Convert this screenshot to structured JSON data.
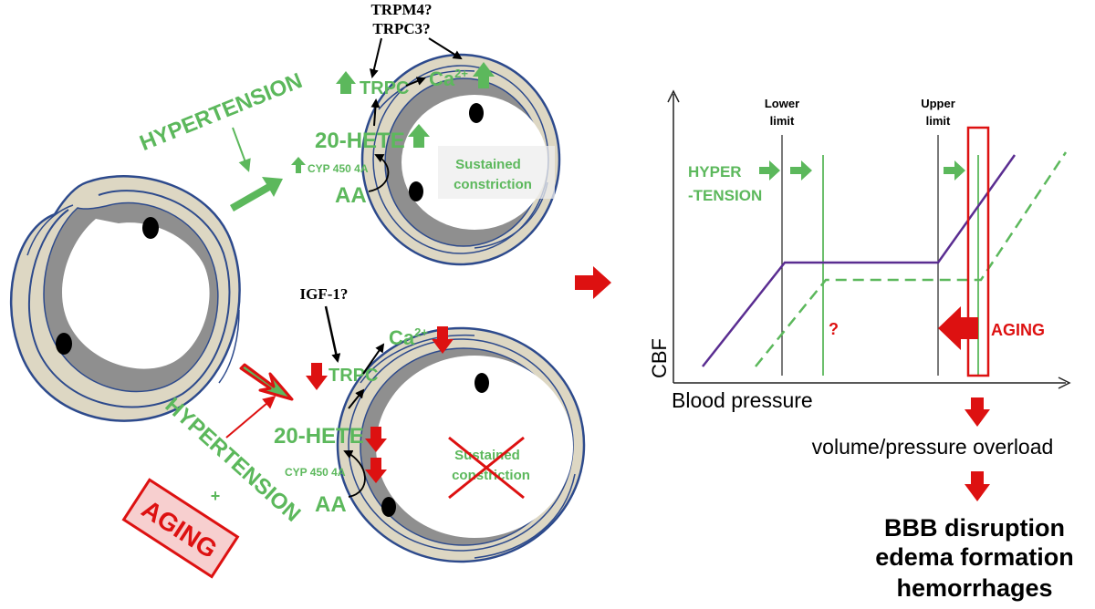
{
  "colors": {
    "green": "#5cb85c",
    "red": "#dd1111",
    "purple": "#5a2d91",
    "vessel_fill": "#ddd7c3",
    "vessel_stroke": "#2d4a8c",
    "lumen_gray": "#8a8a8a"
  },
  "top_panel": {
    "hypertension": "HYPERTENSION",
    "channels": "TRPM4?\nTRPC3?",
    "channels_line1": "TRPM4?",
    "channels_line2": "TRPC3?",
    "trpc": "TRPC",
    "ca": "Ca",
    "ca_sup": "2+",
    "hete": "20-HETE",
    "cyp": "CYP 450 4A",
    "aa": "AA",
    "sustained_line1": "Sustained",
    "sustained_line2": "constriction"
  },
  "bottom_panel": {
    "igf": "IGF-1?",
    "trpc": "TRPC",
    "ca": "Ca",
    "ca_sup": "2+",
    "hete": "20-HETE",
    "cyp": "CYP 450 4A",
    "aa": "AA",
    "sustained_line1": "Sustained",
    "sustained_line2": "constriction",
    "hypertension": "HYPERTENSION",
    "plus": "+",
    "aging": "AGING"
  },
  "graph": {
    "y_label": "CBF",
    "x_label": "Blood pressure",
    "lower_limit_line1": "Lower",
    "lower_limit_line2": "limit",
    "upper_limit_line1": "Upper",
    "upper_limit_line2": "limit",
    "hyper_line1": "HYPER",
    "hyper_line2": "-TENSION",
    "question": "?",
    "aging": "AGING"
  },
  "outcomes": {
    "overload": "volume/pressure overload",
    "line1": "BBB disruption",
    "line2": "edema formation",
    "line3": "hemorrhages"
  },
  "icons": [
    "up-arrow-icon",
    "down-arrow-icon",
    "right-arrow-icon",
    "cross-icon",
    "left-arrow-icon"
  ]
}
